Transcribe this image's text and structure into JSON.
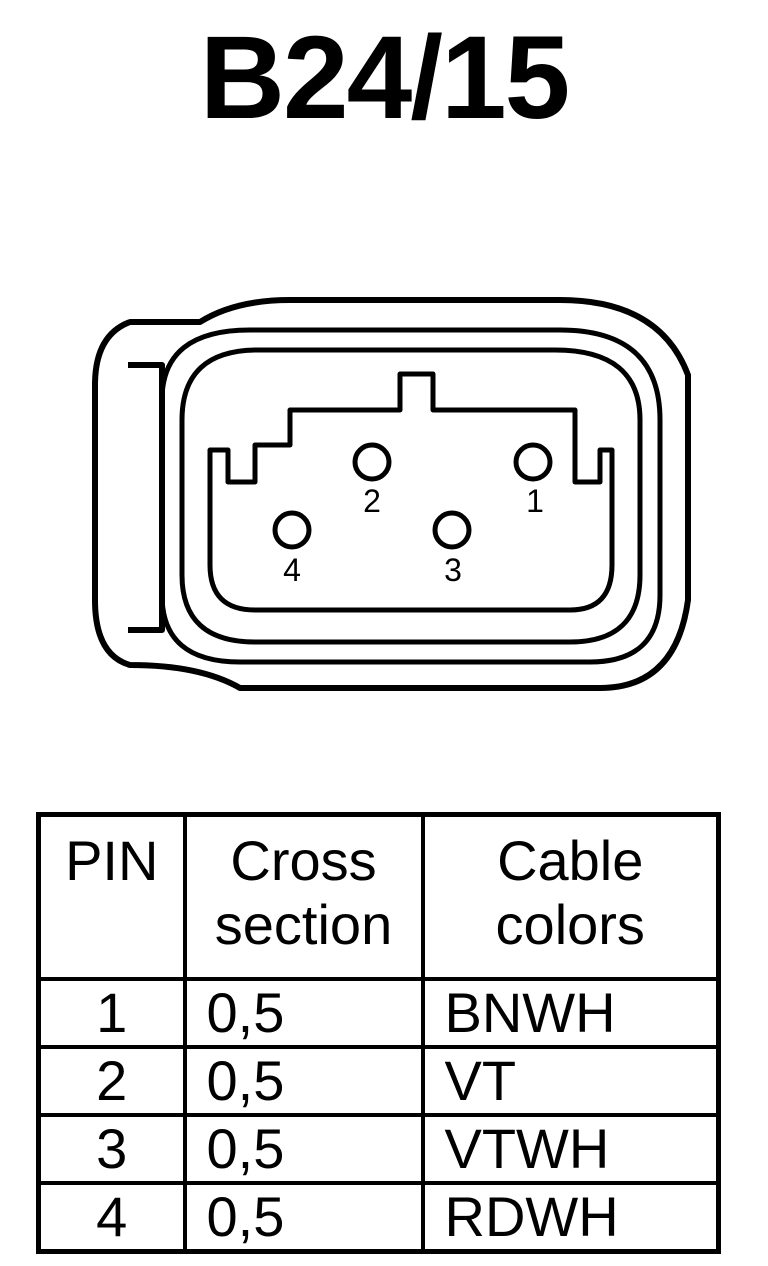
{
  "title": "B24/15",
  "connector": {
    "pins": [
      {
        "label": "1"
      },
      {
        "label": "2"
      },
      {
        "label": "3"
      },
      {
        "label": "4"
      }
    ]
  },
  "table": {
    "headers": {
      "pin": "PIN",
      "cross_line1": "Cross",
      "cross_line2": "section",
      "color_line1": "Cable",
      "color_line2": "colors"
    },
    "rows": [
      {
        "pin": "1",
        "cross": "0,5",
        "color": "BNWH"
      },
      {
        "pin": "2",
        "cross": "0,5",
        "color": "VT"
      },
      {
        "pin": "3",
        "cross": "0,5",
        "color": "VTWH"
      },
      {
        "pin": "4",
        "cross": "0,5",
        "color": "RDWH"
      }
    ]
  }
}
